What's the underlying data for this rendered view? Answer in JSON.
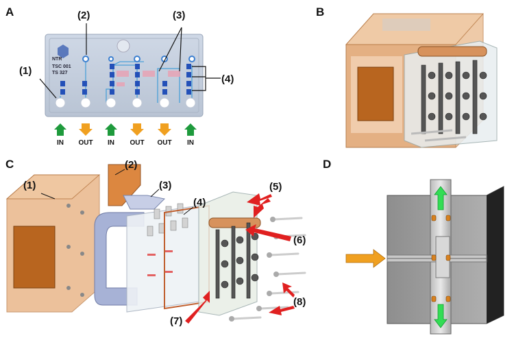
{
  "panels": {
    "a": {
      "letter": "A",
      "callouts": [
        "(1)",
        "(2)",
        "(3)",
        "(4)"
      ],
      "chip_text": [
        "NTR",
        "TSC 001",
        "TS  327"
      ],
      "ports": [
        {
          "label": "IN",
          "color": "#1e9a3c"
        },
        {
          "label": "OUT",
          "color": "#f0a020"
        },
        {
          "label": "IN",
          "color": "#1e9a3c"
        },
        {
          "label": "OUT",
          "color": "#f0a020"
        },
        {
          "label": "OUT",
          "color": "#f0a020"
        },
        {
          "label": "IN",
          "color": "#1e9a3c"
        }
      ]
    },
    "b": {
      "letter": "B"
    },
    "c": {
      "letter": "C",
      "callouts": [
        "(1)",
        "(2)",
        "(3)",
        "(4)",
        "(5)",
        "(6)",
        "(7)",
        "(8)"
      ]
    },
    "d": {
      "letter": "D"
    }
  },
  "colors": {
    "arrow_red": "#e02020",
    "housing_orange": "#d9884a",
    "gasket_blue": "#a7b2d6",
    "section_gray": "#9a9a9a",
    "flow_green": "#33dd55",
    "inlet_orange": "#f0a020"
  }
}
